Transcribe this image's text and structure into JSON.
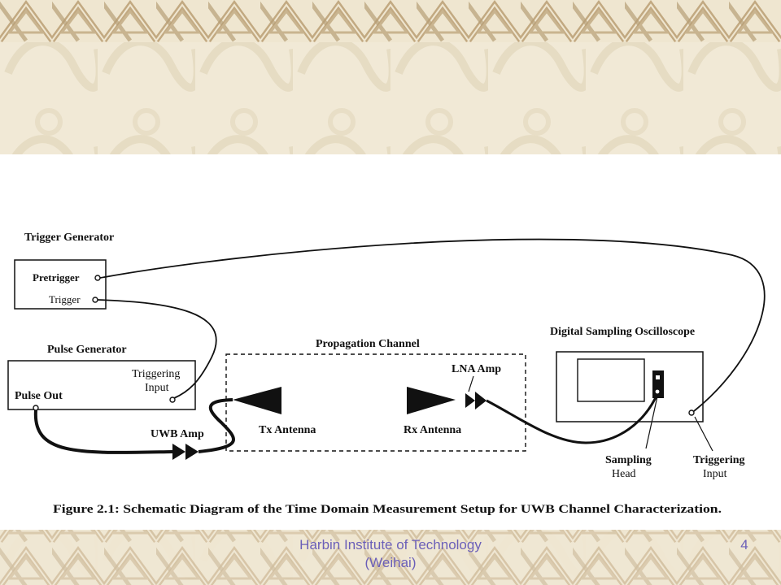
{
  "diagram": {
    "trigger_generator": {
      "title": "Trigger Generator",
      "pretrigger": "Pretrigger",
      "trigger": "Trigger"
    },
    "pulse_generator": {
      "title": "Pulse Generator",
      "pulse_out": "Pulse Out",
      "triggering_input_line1": "Triggering",
      "triggering_input_line2": "Input"
    },
    "propagation_channel": {
      "title": "Propagation Channel",
      "tx_antenna": "Tx Antenna",
      "rx_antenna": "Rx Antenna",
      "lna_amp": "LNA Amp"
    },
    "uwb_amp": "UWB Amp",
    "oscilloscope": {
      "title": "Digital Sampling Oscilloscope",
      "sampling_head_line1": "Sampling",
      "sampling_head_line2": "Head",
      "triggering_input_line1": "Triggering",
      "triggering_input_line2": "Input"
    },
    "caption": "Figure 2.1: Schematic Diagram of the Time Domain Measurement Setup for UWB Channel Characterization."
  },
  "footer": {
    "institution_line1": "Harbin Institute of Technology",
    "institution_line2": "(Weihai)",
    "page_number": "4"
  },
  "colors": {
    "background": "#f1e9d6",
    "border_pattern": "#c9b48f",
    "footer_text": "#6b5fb8"
  }
}
